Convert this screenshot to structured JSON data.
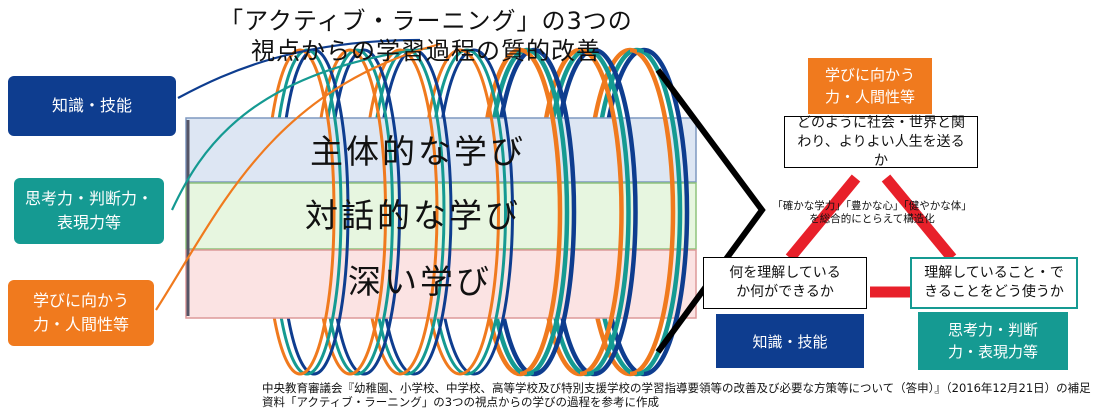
{
  "title": {
    "line1": "「アクティブ・ラーニング」の3つの",
    "line2": "視点からの学習過程の質的改善"
  },
  "left_labels": [
    {
      "text": "知識・技能",
      "color": "#0e3d8f"
    },
    {
      "text": "思考力・判断力・表現力等",
      "color": "#159a92"
    },
    {
      "text": "学びに向かう力・人間性等",
      "color": "#f07a1e"
    }
  ],
  "bands": [
    {
      "text": "主体的な学び",
      "color": "#dde6f3"
    },
    {
      "text": "対話的な学び",
      "color": "#e7f6e0"
    },
    {
      "text": "深い学び",
      "color": "#fbe3e3"
    }
  ],
  "triangle": {
    "top": {
      "label": "学びに向かう力・人間性等",
      "description": "どのように社会・世界と関わり、よりよい人生を送るか"
    },
    "left": {
      "label": "知識・技能",
      "description": "何を理解しているか何ができるか"
    },
    "right": {
      "label": "思考力・判断力・表現力等",
      "description": "理解していること・できることをどう使うか"
    },
    "center_caption": "「確かな学力」「豊かな心」「健やかな体」を総合的にとらえて構造化"
  },
  "footer": "中央教育審議会『幼稚園、小学校、中学校、高等学校及び特別支援学校の学習指導要領等の改善及び必要な方策等について（答申）』（2016年12月21日）の補足資料「アクティブ・ラーニング」の3つの視点からの学びの過程を参考に作成",
  "colors": {
    "knowledge": "#0e3d8f",
    "thinking": "#159a92",
    "attitude": "#f07a1e",
    "connector": "#e8202a",
    "arrow": "#000000"
  }
}
